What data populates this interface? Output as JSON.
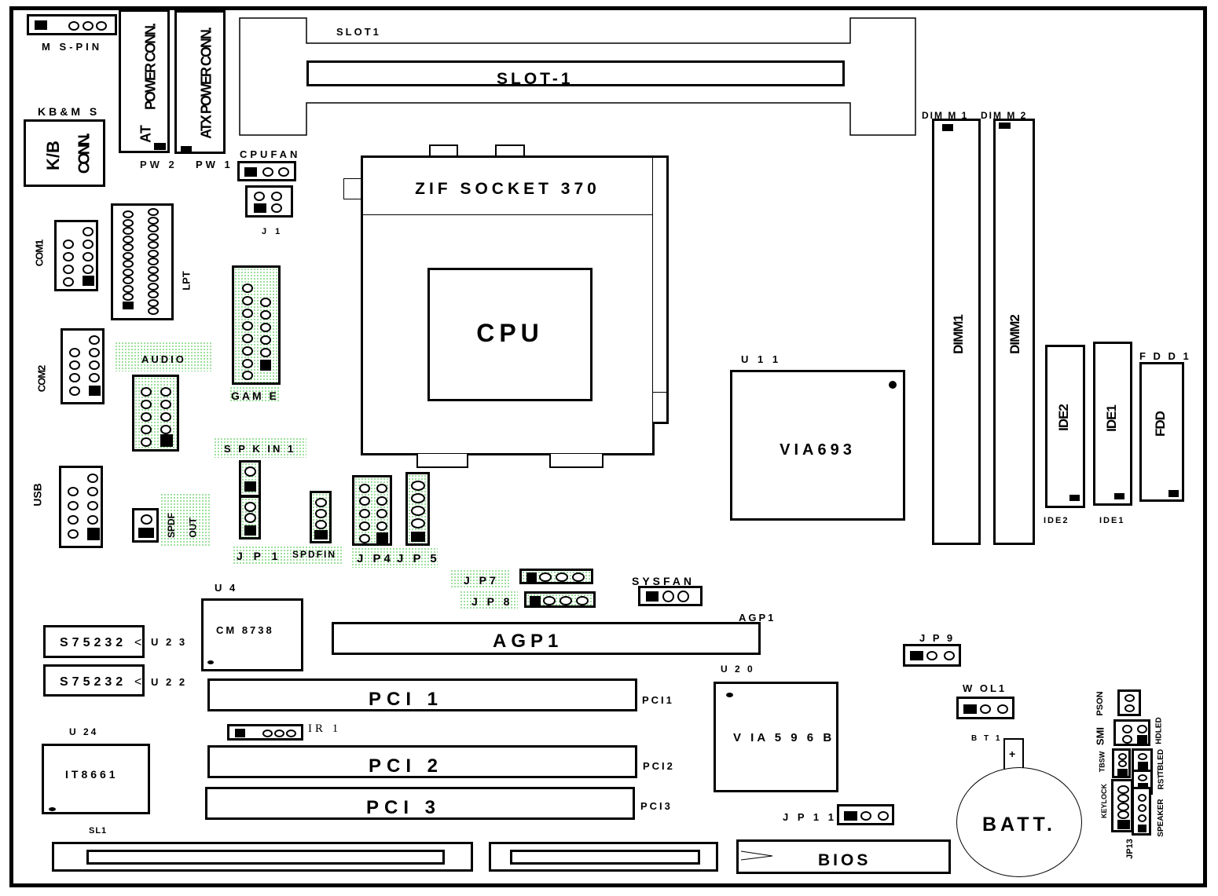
{
  "title": "Motherboard Layout",
  "components": {
    "ms_pin": "M S-PIN",
    "kbms": "KB&M S",
    "kb_conn_a": "K/B",
    "kb_conn_b": "CONN.",
    "pw2_text_a": "POWER CONN.",
    "pw2_text_b": "AT",
    "pw2": "PW 2",
    "pw1_text": "ATX POWER CONN.",
    "pw1": "PW 1",
    "slot1_small": "SLOT1",
    "slot1_big": "SLOT-1",
    "cpufan": "CPUFAN",
    "j1": "J 1",
    "socket": "ZIF SOCKET 370",
    "cpu": "CPU",
    "com1": "COM1",
    "lpt": "LPT",
    "com2": "COM2",
    "audio": "AUDIO",
    "game": "GAM E",
    "usb": "USB",
    "spdf": "SPDF",
    "out": "OUT",
    "spkin1": "S P K IN 1",
    "jp1": "J P 1",
    "spdfin": "SPDFIN",
    "jp4": "J P4",
    "jp5": "J P 5",
    "jp7": "J P7",
    "jp8": "J P 8",
    "sysfan": "SYSFAN",
    "agp1_small": "AGP1",
    "agp1_big": "AGP1",
    "u4": "U 4",
    "cm8738": "CM 8738",
    "u23": "U 2 3",
    "u22": "U 2 2",
    "s75232": "S75232",
    "u24": "U 24",
    "it8661": "IT8661",
    "ir1": "IR 1",
    "pci1_big": "PCI 1",
    "pci2_big": "PCI 2",
    "pci3_big": "PCI 3",
    "pci1_small": "PCI1",
    "pci2_small": "PCI2",
    "pci3_small": "PCI3",
    "sl1": "SL1",
    "u11": "U 1 1",
    "via693": "VIA693",
    "u20": "U 2 0",
    "via596b": "V IA 5 9 6 B",
    "dimm1_top": "DIM M 1",
    "dimm2_top": "DIM M 2",
    "dimm1": "DIMM1",
    "dimm2": "DIMM2",
    "ide2": "IDE2",
    "ide1": "IDE1",
    "fdd": "FDD",
    "fdd1": "F D D 1",
    "ide2_bottom": "IDE2",
    "ide1_bottom": "IDE1",
    "jp9": "J P 9",
    "wol1": "W OL1",
    "bt1": "B T 1",
    "batt": "BATT.",
    "batt_plus": "+",
    "jp11": "J P 1 1",
    "bios": "BIOS",
    "pson": "PSON",
    "smi": "SMI",
    "hdled": "HDLED",
    "tbsw": "TBSW",
    "tbled": "TBLED",
    "rst": "RST",
    "keylock": "KEYLOCK",
    "speaker": "SPEAKER",
    "jp13": "JP13"
  }
}
